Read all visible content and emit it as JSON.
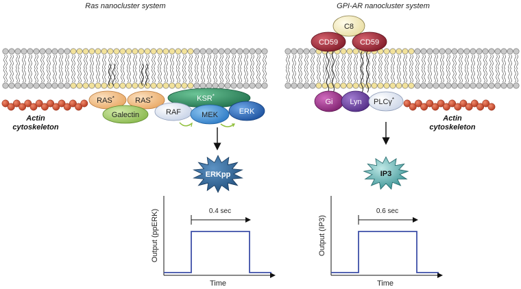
{
  "left_panel": {
    "title": "Ras nanocluster system",
    "proteins": {
      "ras1": "RAS",
      "ras2": "RAS",
      "galectin": "Galectin",
      "ksr": "KSR",
      "raf": "RAF",
      "mek": "MEK",
      "erk": "ERK",
      "superscript": "*"
    },
    "actin": [
      "Actin",
      "cytoskeleton"
    ],
    "output_label": "ERKpp",
    "plot": {
      "duration_label": "0.4 sec",
      "ylabel": "Output (ppERK)",
      "xlabel": "Time"
    }
  },
  "right_panel": {
    "title": "GPI-AR nanocluster system",
    "proteins": {
      "c8": "C8",
      "cd59a": "CD59",
      "cd59b": "CD59",
      "gi": "Gi",
      "lyn": "Lyn",
      "plc": "PLCγ",
      "superscript": "*"
    },
    "actin": [
      "Actin",
      "cytoskeleton"
    ],
    "output_label": "IP3",
    "plot": {
      "duration_label": "0.6 sec",
      "ylabel": "Output (IP3)",
      "xlabel": "Time"
    }
  },
  "colors": {
    "lipid_head_grey": "#c8c8c8",
    "lipid_head_yellow": "#f2e29b",
    "actin": "#c8462a",
    "ras": "#f3c08a",
    "galectin": "#a9cf6a",
    "ksr": "#2f8f64",
    "raf": "#dfe6f2",
    "mek": "#3b8ed6",
    "erk": "#2467b8",
    "cd59": "#9e2a37",
    "c8": "#f6efc8",
    "gi": "#9b2f87",
    "lyn": "#6c3f9e",
    "plc": "#e7ecf5",
    "erkpp_burst": "#2b5f8f",
    "ip3_burst": "#2c7d80",
    "signal_line": "#3d4fa8"
  }
}
